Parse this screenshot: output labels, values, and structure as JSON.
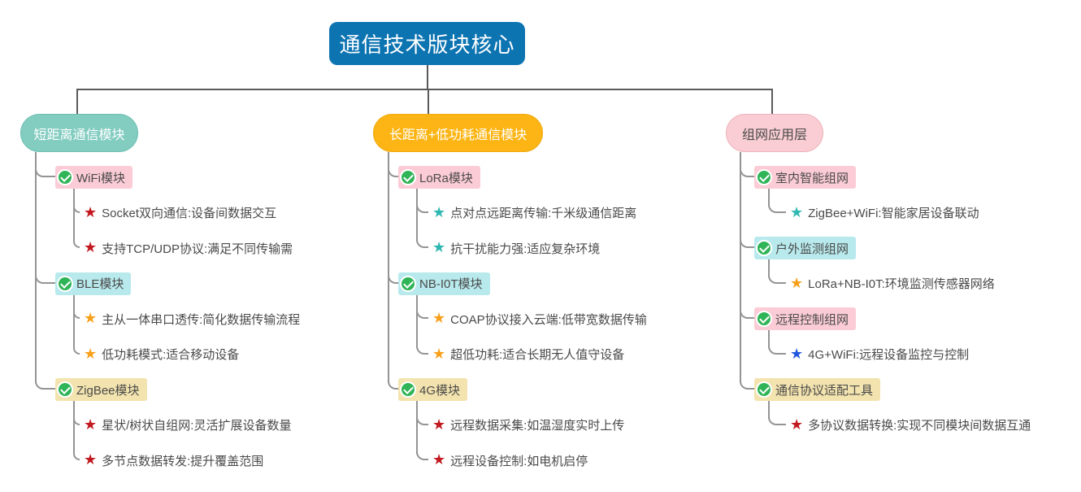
{
  "title": "通信技术版块核心",
  "icons": {
    "star": "★",
    "check": "check-circle"
  },
  "colors": {
    "root_bg": "#0d74b2",
    "connector_dark": "#5a5a5a",
    "connector_light": "#949494",
    "pill_teal": "#82ccc0",
    "pill_orange": "#fcb515",
    "pill_pink": "#f9cdd3",
    "node_pink": "#fbccd6",
    "node_cyan": "#b8e9ec",
    "node_khaki": "#f3e3ae",
    "check_green": "#2fb457",
    "star_red": "#c2181f",
    "star_orange": "#f9a01b",
    "star_teal": "#2fb7b1",
    "star_blue": "#2156dd",
    "text_dark": "#4a4a4a"
  },
  "branches": [
    {
      "label": "短距离通信模块",
      "style": "teal",
      "children": [
        {
          "label": "WiFi模块",
          "color": "pink",
          "items": [
            {
              "label": "Socket双向通信:设备间数据交互",
              "star": "red"
            },
            {
              "label": "支持TCP/UDP协议:满足不同传输需",
              "star": "red"
            }
          ]
        },
        {
          "label": "BLE模块",
          "color": "cyan",
          "items": [
            {
              "label": "主从一体串口透传:简化数据传输流程",
              "star": "orange"
            },
            {
              "label": "低功耗模式:适合移动设备",
              "star": "orange"
            }
          ]
        },
        {
          "label": "ZigBee模块",
          "color": "khaki",
          "items": [
            {
              "label": "星状/树状自组网:灵活扩展设备数量",
              "star": "red"
            },
            {
              "label": "多节点数据转发:提升覆盖范围",
              "star": "red"
            }
          ]
        }
      ]
    },
    {
      "label": "长距离+低功耗通信模块",
      "style": "orange",
      "children": [
        {
          "label": "LoRa模块",
          "color": "pink",
          "items": [
            {
              "label": "点对点远距离传输:千米级通信距离",
              "star": "teal"
            },
            {
              "label": "抗干扰能力强:适应复杂环境",
              "star": "teal"
            }
          ]
        },
        {
          "label": "NB-I0T模块",
          "color": "cyan",
          "items": [
            {
              "label": "COAP协议接入云端:低带宽数据传输",
              "star": "orange"
            },
            {
              "label": "超低功耗:适合长期无人值守设备",
              "star": "orange"
            }
          ]
        },
        {
          "label": "4G模块",
          "color": "khaki",
          "items": [
            {
              "label": "远程数据采集:如温湿度实时上传",
              "star": "red"
            },
            {
              "label": "远程设备控制:如电机启停",
              "star": "red"
            }
          ]
        }
      ]
    },
    {
      "label": "组网应用层",
      "style": "pink",
      "children": [
        {
          "label": "室内智能组网",
          "color": "pink",
          "items": [
            {
              "label": "ZigBee+WiFi:智能家居设备联动",
              "star": "teal"
            }
          ]
        },
        {
          "label": "户外监测组网",
          "color": "cyan",
          "items": [
            {
              "label": "LoRa+NB-I0T:环境监测传感器网络",
              "star": "orange"
            }
          ]
        },
        {
          "label": "远程控制组网",
          "color": "pink",
          "items": [
            {
              "label": "4G+WiFi:远程设备监控与控制",
              "star": "blue"
            }
          ]
        },
        {
          "label": "通信协议适配工具",
          "color": "khaki",
          "items": [
            {
              "label": "多协议数据转换:实现不同模块间数据互通",
              "star": "red"
            }
          ]
        }
      ]
    }
  ]
}
